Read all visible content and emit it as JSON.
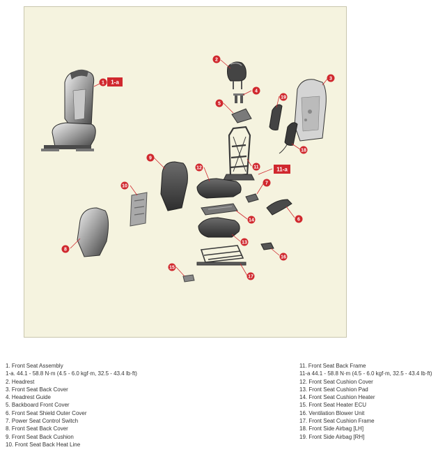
{
  "callouts": {
    "c1": "1",
    "c1a": "1-a",
    "c2": "2",
    "c3": "3",
    "c4": "4",
    "c5": "5",
    "c6": "6",
    "c7": "7",
    "c8": "8",
    "c9": "9",
    "c10": "10",
    "c11": "11",
    "c11a": "11-a",
    "c12": "12",
    "c13": "13",
    "c14": "14",
    "c15": "15",
    "c16": "16",
    "c17": "17",
    "c18": "18",
    "c19": "19"
  },
  "legend": {
    "left": [
      "1. Front Seat Assembly",
      "1-a. 44.1 - 58.8 N·m (4.5 - 6.0 kgf·m, 32.5 - 43.4 lb·ft)",
      "2. Headrest",
      "3. Front Seat Back Cover",
      "4. Headrest Guide",
      "5. Backboard Front Cover",
      "6. Front Seat Shield Outer Cover",
      "7. Power Seat Control Switch",
      "8. Front Seat Back Cover",
      "9. Front Seat Back Cushion",
      "10. Front Seat Back Heat Line"
    ],
    "right": [
      "11. Front Seat Back Frame",
      "11-a 44.1 - 58.8 N·m (4.5 - 6.0 kgf·m, 32.5 - 43.4 lb·ft)",
      "12. Front Seat Cushion Cover",
      "13. Front Seat Cushion Pad",
      "14. Front Seat Cushion Heater",
      "15. Front Seat Heater ECU",
      "16. Ventilation Blower Unit",
      "17. Front Seat Cushion Frame",
      "18. Front Side Airbag [LH]",
      "19. Front Side Airbag [RH]"
    ]
  },
  "colors": {
    "callout": "#d0282e",
    "background": "#f5f3df",
    "part_dark": "#3a3a3a",
    "part_mid": "#8c8c8c",
    "part_light": "#d6d6d6"
  }
}
